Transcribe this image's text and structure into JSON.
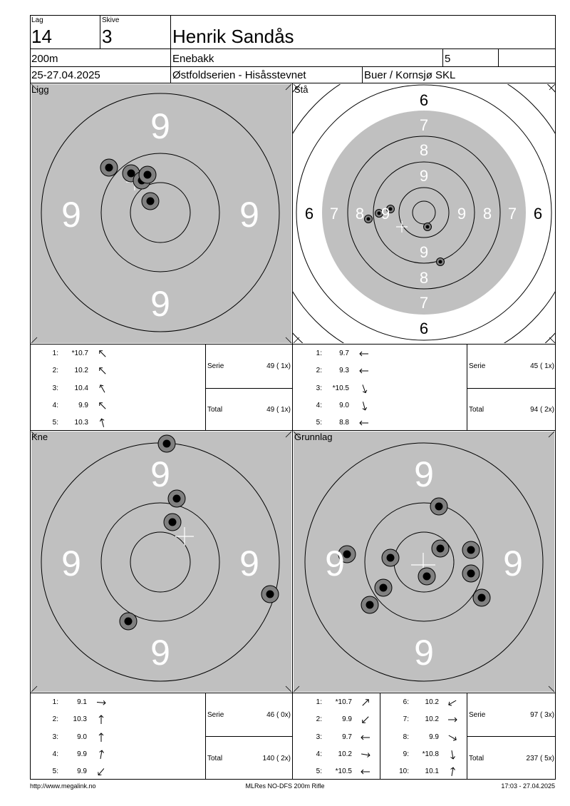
{
  "header": {
    "lag_label": "Lag",
    "lag_value": "14",
    "skive_label": "Skive",
    "skive_value": "3",
    "shooter_name": "Henrik Sandås",
    "distance": "200m",
    "club": "Enebakk",
    "class": "5",
    "date": "25-27.04.2025",
    "competition": "Østfoldserien - Hisåsstevnet",
    "range": "Buer / Kornsjø SKL"
  },
  "panels": [
    {
      "title": "Ligg",
      "ring_labels": [
        "9",
        "9",
        "9",
        "9"
      ],
      "shots": [
        {
          "num": "1:",
          "score": "*10.7",
          "dir": 315
        },
        {
          "num": "2:",
          "score": "10.2",
          "dir": 315
        },
        {
          "num": "3:",
          "score": "10.4",
          "dir": 330
        },
        {
          "num": "4:",
          "score": "9.9",
          "dir": 315
        },
        {
          "num": "5:",
          "score": "10.3",
          "dir": 345
        }
      ],
      "serie_label": "Serie",
      "serie_value": "49 ( 1x)",
      "total_label": "Total",
      "total_value": "49 ( 1x)"
    },
    {
      "title": "Stå",
      "ring_labels_6": [
        "6",
        "6",
        "6",
        "6"
      ],
      "ring_labels_7": [
        "7",
        "7",
        "7",
        "7"
      ],
      "ring_labels_8": [
        "8",
        "8",
        "8",
        "8"
      ],
      "ring_labels_9": [
        "9",
        "9",
        "9",
        "9"
      ],
      "shots": [
        {
          "num": "1:",
          "score": "9.7",
          "dir": 270
        },
        {
          "num": "2:",
          "score": "9.3",
          "dir": 270
        },
        {
          "num": "3:",
          "score": "*10.5",
          "dir": 160
        },
        {
          "num": "4:",
          "score": "9.0",
          "dir": 165
        },
        {
          "num": "5:",
          "score": "8.8",
          "dir": 270
        }
      ],
      "serie_label": "Serie",
      "serie_value": "45 ( 1x)",
      "total_label": "Total",
      "total_value": "94 ( 2x)"
    },
    {
      "title": "Kne",
      "ring_labels": [
        "9",
        "9",
        "9",
        "9"
      ],
      "shots": [
        {
          "num": "1:",
          "score": "9.1",
          "dir": 95
        },
        {
          "num": "2:",
          "score": "10.3",
          "dir": 0
        },
        {
          "num": "3:",
          "score": "9.0",
          "dir": 0
        },
        {
          "num": "4:",
          "score": "9.9",
          "dir": 10
        },
        {
          "num": "5:",
          "score": "9.9",
          "dir": 220
        }
      ],
      "serie_label": "Serie",
      "serie_value": "46 ( 0x)",
      "total_label": "Total",
      "total_value": "140 ( 2x)"
    },
    {
      "title": "Grunnlag",
      "ring_labels": [
        "9",
        "9",
        "9",
        "9"
      ],
      "shots": [
        {
          "num": "1:",
          "score": "*10.7",
          "dir": 45
        },
        {
          "num": "2:",
          "score": "9.9",
          "dir": 225
        },
        {
          "num": "3:",
          "score": "9.7",
          "dir": 270
        },
        {
          "num": "4:",
          "score": "10.2",
          "dir": 100
        },
        {
          "num": "5:",
          "score": "*10.5",
          "dir": 270
        },
        {
          "num": "6:",
          "score": "10.2",
          "dir": 240
        },
        {
          "num": "7:",
          "score": "10.2",
          "dir": 90
        },
        {
          "num": "8:",
          "score": "9.9",
          "dir": 120
        },
        {
          "num": "9:",
          "score": "*10.8",
          "dir": 170
        },
        {
          "num": "10:",
          "score": "10.1",
          "dir": 10
        }
      ],
      "serie_label": "Serie",
      "serie_value": "97 ( 3x)",
      "total_label": "Total",
      "total_value": "237 ( 5x)"
    }
  ],
  "footer": {
    "url": "http://www.megalink.no",
    "system": "MLRes NO-DFS 200m Rifle",
    "timestamp": "17:03 - 27.04.2025"
  },
  "colors": {
    "target_gray": "#c0c0c0",
    "shot_ring": "#808080",
    "shot_core": "#000000",
    "line": "#000000"
  }
}
